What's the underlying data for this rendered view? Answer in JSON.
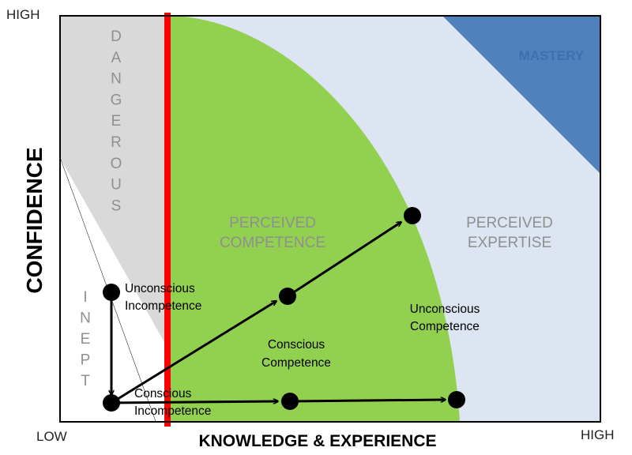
{
  "axes": {
    "y_title": "CONFIDENCE",
    "x_title": "KNOWLEDGE & EXPERIENCE",
    "y_high": "HIGH",
    "x_low": "LOW",
    "x_high": "HIGH"
  },
  "zones": {
    "dangerous": "DANGEROUS",
    "inept": "INEPT",
    "perceived_competence": [
      "PERCEIVED",
      "COMPETENCE"
    ],
    "perceived_expertise": [
      "PERCEIVED",
      "EXPERTISE"
    ],
    "mastery": "MASTERY"
  },
  "stages": {
    "unconscious_incompetence": [
      "Unconscious",
      "Incompetence"
    ],
    "conscious_incompetence": [
      "Conscious",
      "Incompetence"
    ],
    "conscious_competence": [
      "Conscious",
      "Competence"
    ],
    "unconscious_competence": [
      "Unconscious",
      "Competence"
    ]
  },
  "colors": {
    "dangerous_zone": "#d9d9d9",
    "expertise_zone": "#dde4f2",
    "competence_zone": "#92d050",
    "mastery_zone": "#4f81bd",
    "boundary_line": "#ff0000",
    "node": "#000000"
  }
}
